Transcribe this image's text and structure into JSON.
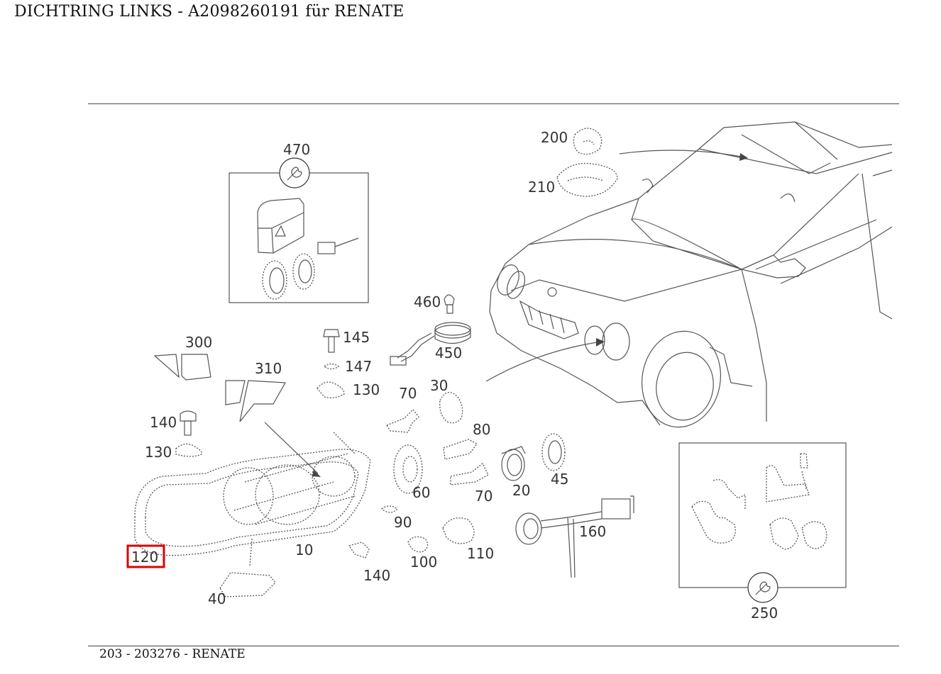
{
  "header": {
    "title": "DICHTRING LINKS - A2098260191 für RENATE"
  },
  "footer": {
    "text": "203 - 203276 - RENATE"
  },
  "highlight_color": "#e00000",
  "callouts": {
    "c470": "470",
    "c300": "300",
    "c310": "310",
    "c145": "145",
    "c147": "147",
    "c130a": "130",
    "c460": "460",
    "c450": "450",
    "c200": "200",
    "c210": "210",
    "c70a": "70",
    "c30": "30",
    "c140a": "140",
    "c130b": "130",
    "c80": "80",
    "c60": "60",
    "c70b": "70",
    "c20": "20",
    "c45": "45",
    "c120": "120",
    "c10": "10",
    "c90": "90",
    "c160": "160",
    "c100": "100",
    "c110": "110",
    "c140b": "140",
    "c40": "40",
    "c250": "250"
  }
}
